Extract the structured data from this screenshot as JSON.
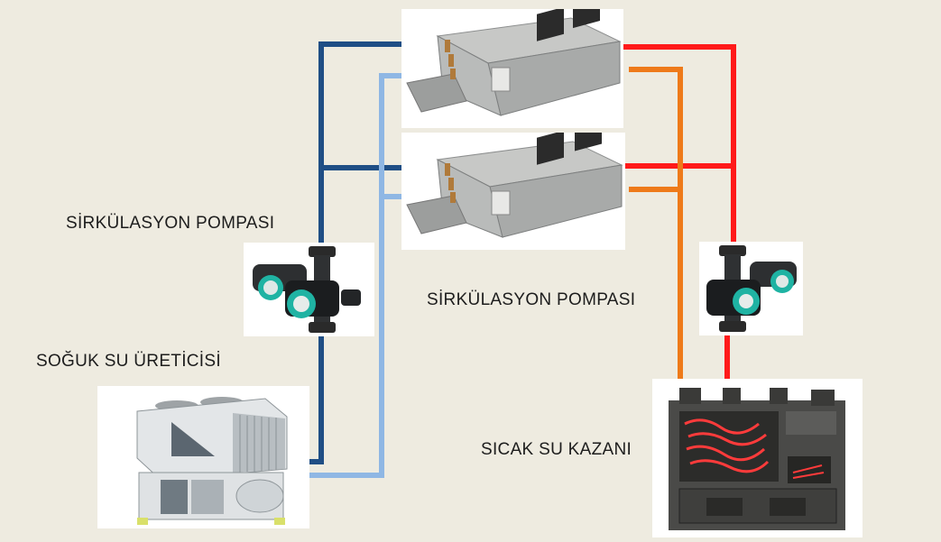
{
  "labels": {
    "pump_left": "SİRKÜLASYON POMPASI",
    "pump_center": "SİRKÜLASYON POMPASI",
    "chiller": "SOĞUK SU ÜRETİCİSİ",
    "boiler": "SICAK SU KAZANI"
  },
  "colors": {
    "background": "#eeebe0",
    "cold_supply": "#1f4e85",
    "cold_return": "#8fb7e4",
    "hot_supply": "#ff1a1a",
    "hot_return": "#ee7a1a"
  },
  "icons": {
    "fan_coil_top": "fan-coil-unit",
    "fan_coil_bottom": "fan-coil-unit",
    "pump_left": "circulation-pump",
    "pump_right": "circulation-pump",
    "chiller": "air-cooled-chiller",
    "boiler": "hot-water-boiler"
  }
}
